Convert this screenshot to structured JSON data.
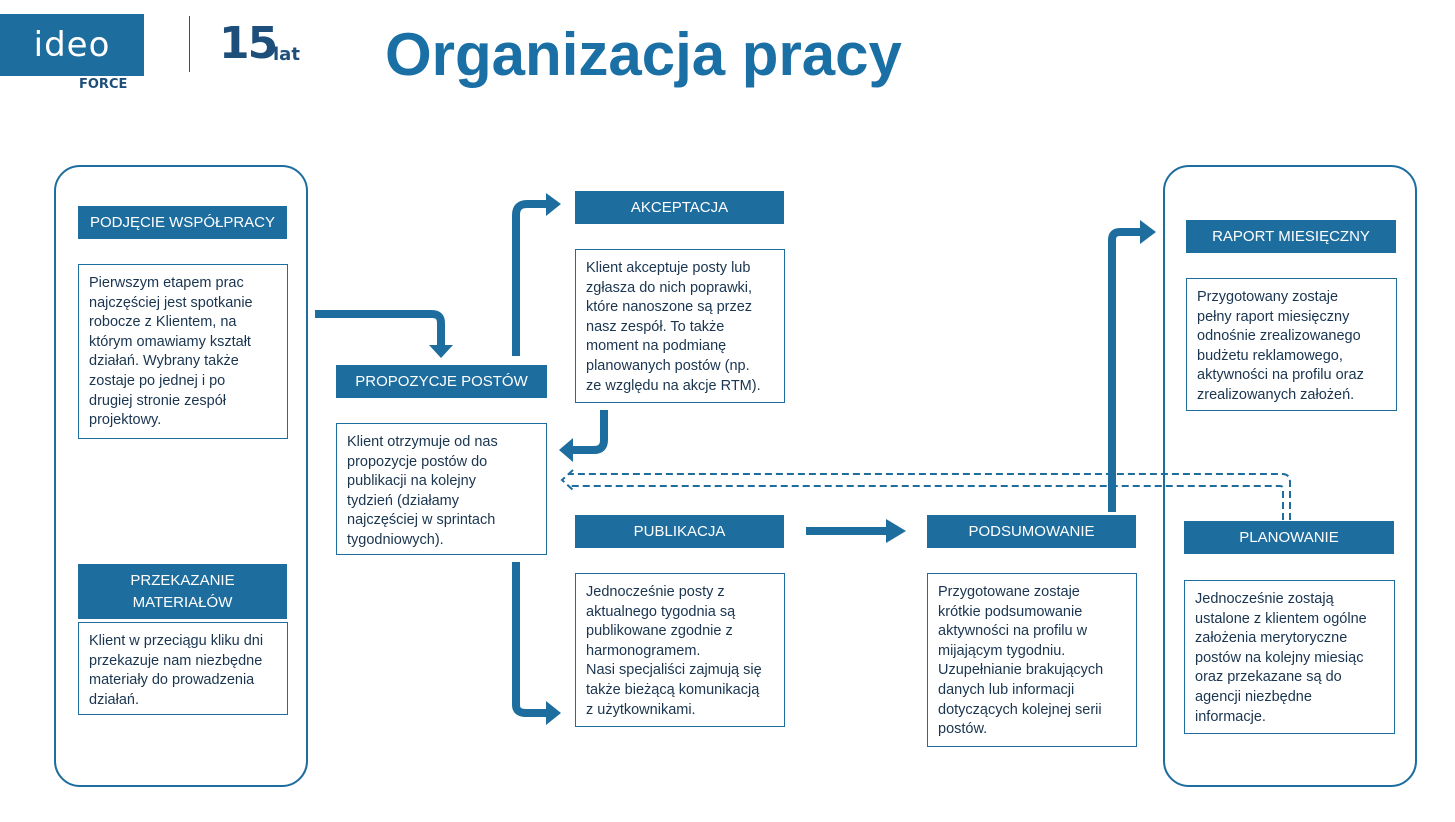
{
  "header": {
    "logo_text": "ideo",
    "logo_sub": "FORCE",
    "anniversary_number": "15",
    "anniversary_unit": "lat",
    "title": "Organizacja pracy"
  },
  "steps": {
    "podjecie": {
      "label": "PODJĘCIE WSPÓŁPRACY",
      "text": "Pierwszym etapem prac\nnajczęściej jest spotkanie\nrobocze z Klientem, na\nktórym omawiamy  kształt\ndziałań.  Wybrany także\nzostaje po jednej i po\ndrugiej stronie zespół\nprojektowy."
    },
    "przekazanie": {
      "label": "PRZEKAZANIE\nMATERIAŁÓW",
      "text": "Klient w przeciągu kliku  dni\nprzekazuje nam niezbędne\nmateriały do prowadzenia\ndziałań."
    },
    "propozycje": {
      "label": "PROPOZYCJE POSTÓW",
      "text": "Klient otrzymuje od nas\npropozycje postów do\npublikacji na kolejny\ntydzień (działamy\nnajczęściej w sprintach\ntygodniowych)."
    },
    "akceptacja": {
      "label": "AKCEPTACJA",
      "text": "Klient akceptuje posty lub\nzgłasza do nich poprawki,\nktóre nanoszone są przez\nnasz zespół. To także\nmoment na podmianę\nplanowanych postów (np.\nze względu na akcje RTM)."
    },
    "publikacja": {
      "label": "PUBLIKACJA",
      "text": "Jednocześnie posty z\naktualnego tygodnia są\npublikowane zgodnie z\nharmonogramem.\nNasi specjaliści zajmują się\ntakże bieżącą komunikacją\nz użytkownikami."
    },
    "podsumowanie": {
      "label": "PODSUMOWANIE",
      "text": "Przygotowane zostaje\nkrótkie podsumowanie\naktywności na profilu w\nmijającym tygodniu.\nUzupełnianie brakujących\ndanych lub informacji\ndotyczących kolejnej serii\npostów."
    },
    "raport": {
      "label": "RAPORT MIESIĘCZNY",
      "text": "Przygotowany zostaje\npełny raport miesięczny\nodnośnie zrealizowanego\nbudżetu reklamowego,\naktywności na profilu oraz\nzrealizowanych założeń."
    },
    "planowanie": {
      "label": "PLANOWANIE",
      "text": "Jednocześnie zostają\nustalone z klientem ogólne\nzałożenia merytoryczne\npostów na kolejny miesiąc\noraz przekazane są do\nagencji niezbędne\ninformacje."
    }
  },
  "colors": {
    "accent": "#1e6d9f",
    "title": "#1a6fa5",
    "text": "#1a3550"
  }
}
